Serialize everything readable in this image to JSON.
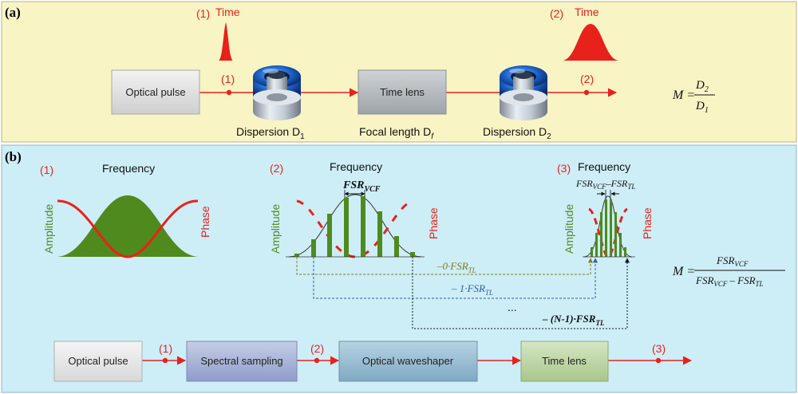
{
  "colors": {
    "panel_a_bg": "#f8f4c4",
    "panel_b_bg": "#cdeef7",
    "red": "#e8221b",
    "green": "#4f8a1f",
    "olive": "#7f7a1c",
    "blue": "#2d5fa8"
  },
  "panel_a": {
    "label": "(a)",
    "time1_marker": "(1)",
    "time1_label": "Time",
    "time2_marker": "(2)",
    "time2_label": "Time",
    "optical_pulse": "Optical pulse",
    "point1": "(1)",
    "point2": "(2)",
    "time_lens": "Time lens",
    "dispersion1_main": "Dispersion D",
    "dispersion1_sub": "1",
    "focal_main": "Focal length D",
    "focal_sub": "f",
    "dispersion2_main": "Dispersion D",
    "dispersion2_sub": "2",
    "m_lhs": "M =",
    "m_num_main": "D",
    "m_num_sub": "2",
    "m_den_main": "D",
    "m_den_sub": "1",
    "icons": [
      "fiber-spool-icon",
      "fiber-spool-icon"
    ]
  },
  "panel_b": {
    "label": "(b)",
    "plot1_marker": "(1)",
    "plot1_freq": "Frequency",
    "plot1_amp": "Amplitude",
    "plot1_phase": "Phase",
    "plot2_marker": "(2)",
    "plot2_freq": "Frequency",
    "plot2_fsr_main": "FSR",
    "plot2_fsr_sub": "VCF",
    "plot2_amp": "Amplitude",
    "plot2_phase": "Phase",
    "plot3_marker": "(3)",
    "plot3_freq": "Frequency",
    "plot3_fsr_a_main": "FSR",
    "plot3_fsr_a_sub": "VCF",
    "plot3_fsr_dash": "–FSR",
    "plot3_fsr_b_sub": "TL",
    "plot3_amp": "Amplitude",
    "plot3_phase": "Phase",
    "shift0_main": "–0·FSR",
    "shift0_sub": "TL",
    "shift1_main": "– 1·FSR",
    "shift1_sub": "TL",
    "ellipsis": "...",
    "shiftN_main": "– (N-1)·FSR",
    "shiftN_sub": "TL",
    "m_lhs": "M =",
    "m_num_main": "FSR",
    "m_num_sub": "VCF",
    "m_den_a_main": "FSR",
    "m_den_a_sub": "VCF",
    "m_den_minus": "– FSR",
    "m_den_b_sub": "TL",
    "box_optical_pulse": "Optical pulse",
    "box_spectral_sampling": "Spectral sampling",
    "box_waveshaper": "Optical waveshaper",
    "box_time_lens": "Time lens",
    "point1": "(1)",
    "point2": "(2)",
    "point3": "(3)"
  }
}
